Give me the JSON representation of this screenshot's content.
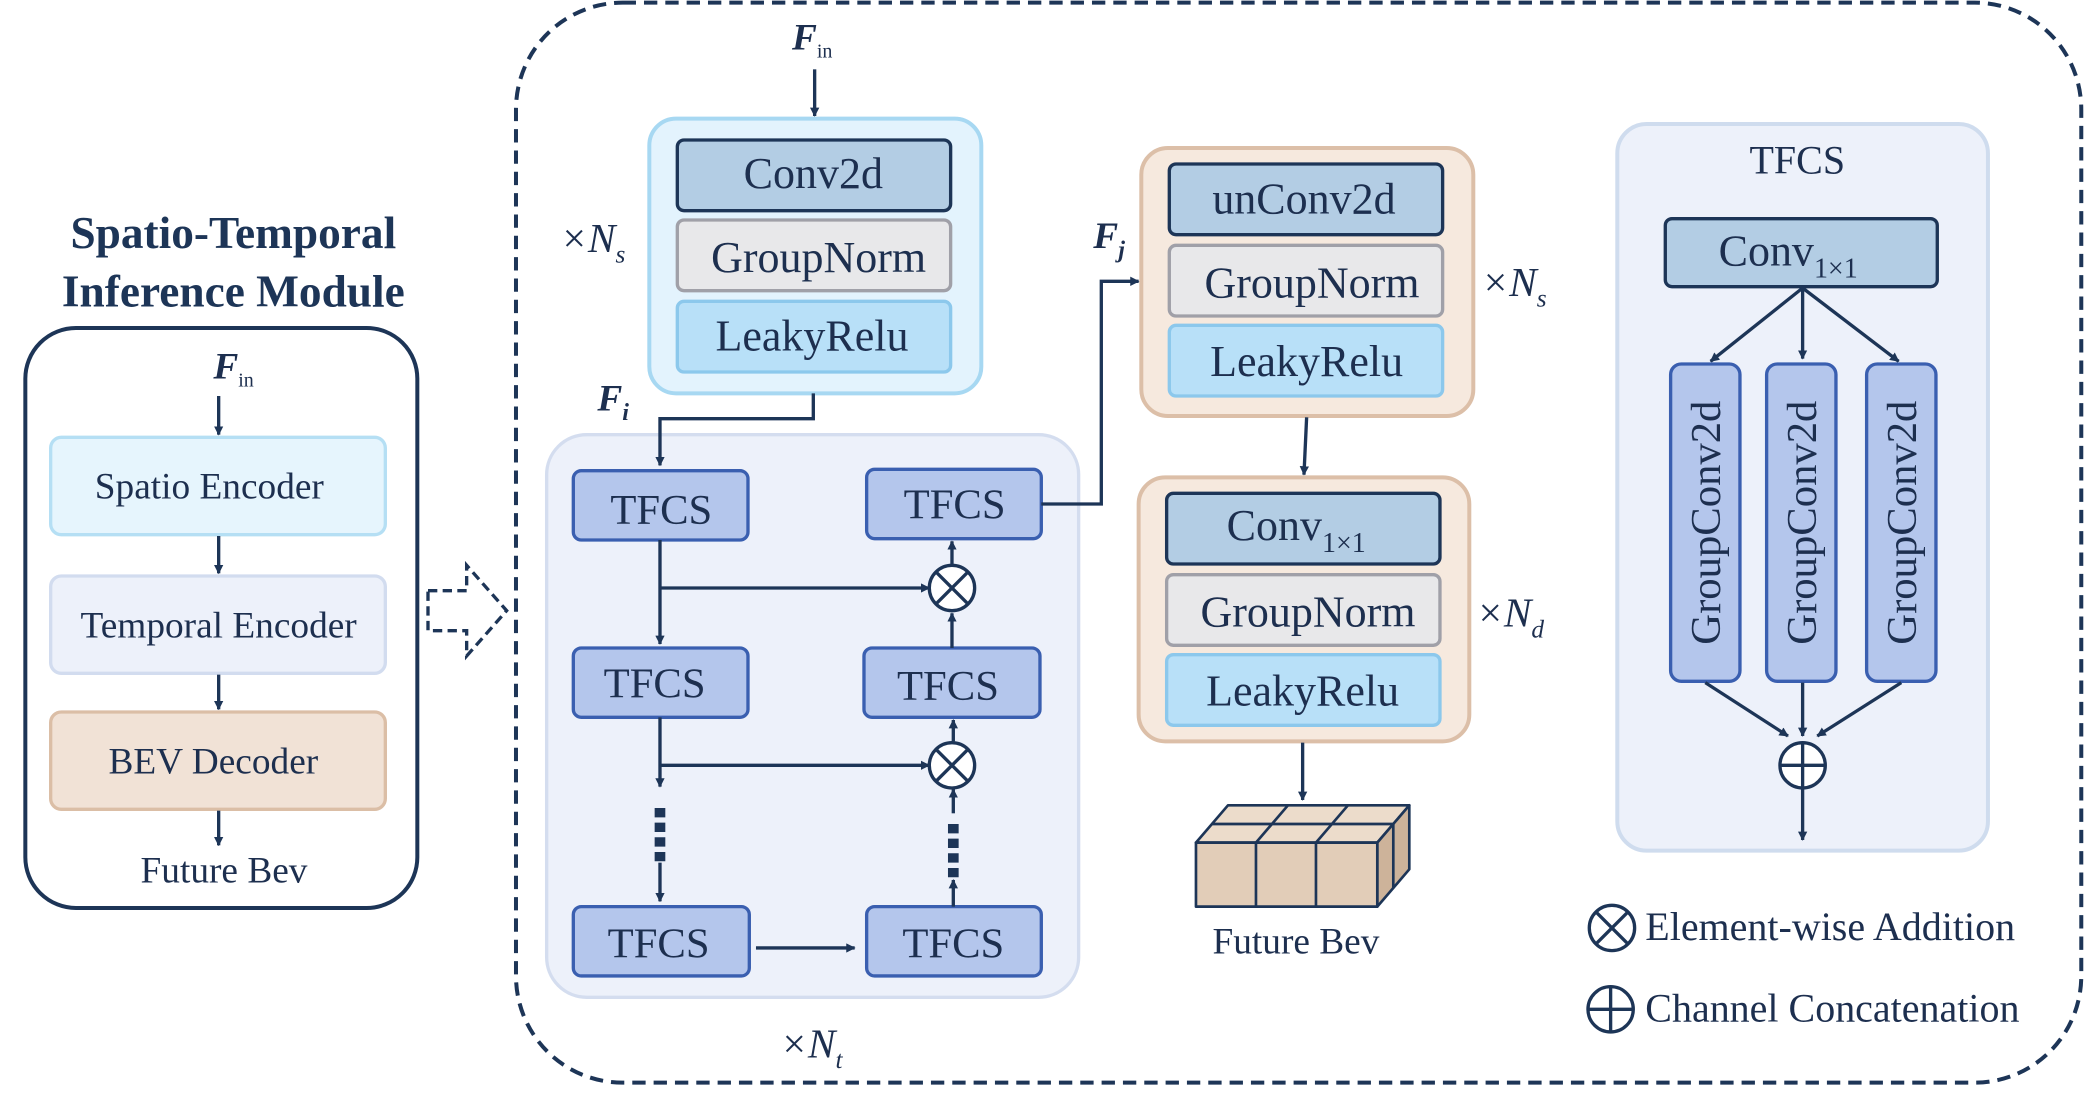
{
  "overview": {
    "title_line1": "Spatio-Temporal",
    "title_line2": "Inference Module",
    "input": "F",
    "input_sub": "in",
    "blocks": [
      "Spatio Encoder",
      "Temporal Encoder",
      "BEV Decoder"
    ],
    "output": "Future Bev"
  },
  "detail": {
    "input": "F",
    "input_sub": "in",
    "encoder_stack": [
      "Conv2d",
      "GroupNorm",
      "LeakyRelu"
    ],
    "encoder_repeat": "×N",
    "encoder_repeat_sub": "s",
    "fi": "F",
    "fi_sub": "i",
    "fj": "F",
    "fj_sub": "j",
    "tfcs": "TFCS",
    "temporal_repeat": "×N",
    "temporal_repeat_sub": "t",
    "decoder_stack": [
      "unConv2d",
      "GroupNorm",
      "LeakyRelu"
    ],
    "decoder_repeat": "×N",
    "decoder_repeat_sub": "s",
    "head_conv": "Conv",
    "head_conv_sub": "1×1",
    "head_stack": [
      "GroupNorm",
      "LeakyRelu"
    ],
    "head_repeat": "×N",
    "head_repeat_sub": "d",
    "output": "Future Bev"
  },
  "tfcs_panel": {
    "title": "TFCS",
    "conv": "Conv",
    "conv_sub": "1×1",
    "branches": [
      "GroupConv2d",
      "GroupConv2d",
      "GroupConv2d"
    ]
  },
  "legend": {
    "otimes_label": "Element-wise Addition",
    "oplus_label": "Channel Concatenation"
  },
  "colors": {
    "navy": "#1d3557",
    "conv_fill": "#b3cde4",
    "norm_fill": "#e8e8ea",
    "relu_fill": "#b8e0f8",
    "tfcs_fill": "#b4c6ec",
    "tfcs_stroke": "#3a5fb0",
    "encoder_panel": "#e3f3fd",
    "temporal_panel": "#edf1fa",
    "decoder_panel": "#f6e9de",
    "cube_fill": "#e2cdb8"
  }
}
